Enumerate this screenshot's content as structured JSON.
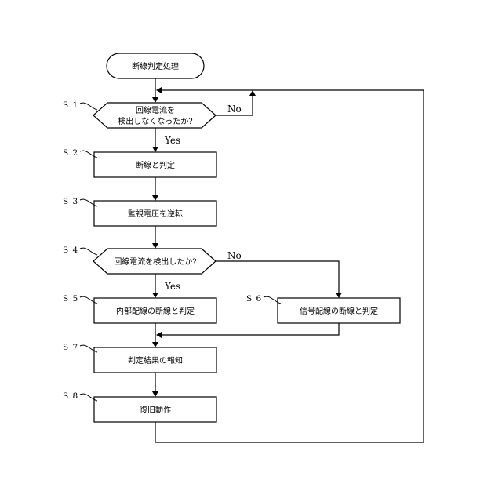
{
  "nodes": {
    "start": "断線判定処理",
    "s1_line1": "回線電流を",
    "s1_line2": "検出しなくなったか?",
    "s2": "断線と判定",
    "s3": "監視電圧を逆転",
    "s4": "回線電流を検出したか?",
    "s5": "内部配線の断線と判定",
    "s6": "信号配線の断線と判定",
    "s7": "判定結果の報知",
    "s8": "復旧動作"
  },
  "steps": {
    "s1": "S 1",
    "s2": "S 2",
    "s3": "S 3",
    "s4": "S 4",
    "s5": "S 5",
    "s6": "S 6",
    "s7": "S 7",
    "s8": "S 8"
  },
  "branches": {
    "s1_no": "No",
    "s1_yes": "Yes",
    "s4_no": "No",
    "s4_yes": "Yes"
  }
}
